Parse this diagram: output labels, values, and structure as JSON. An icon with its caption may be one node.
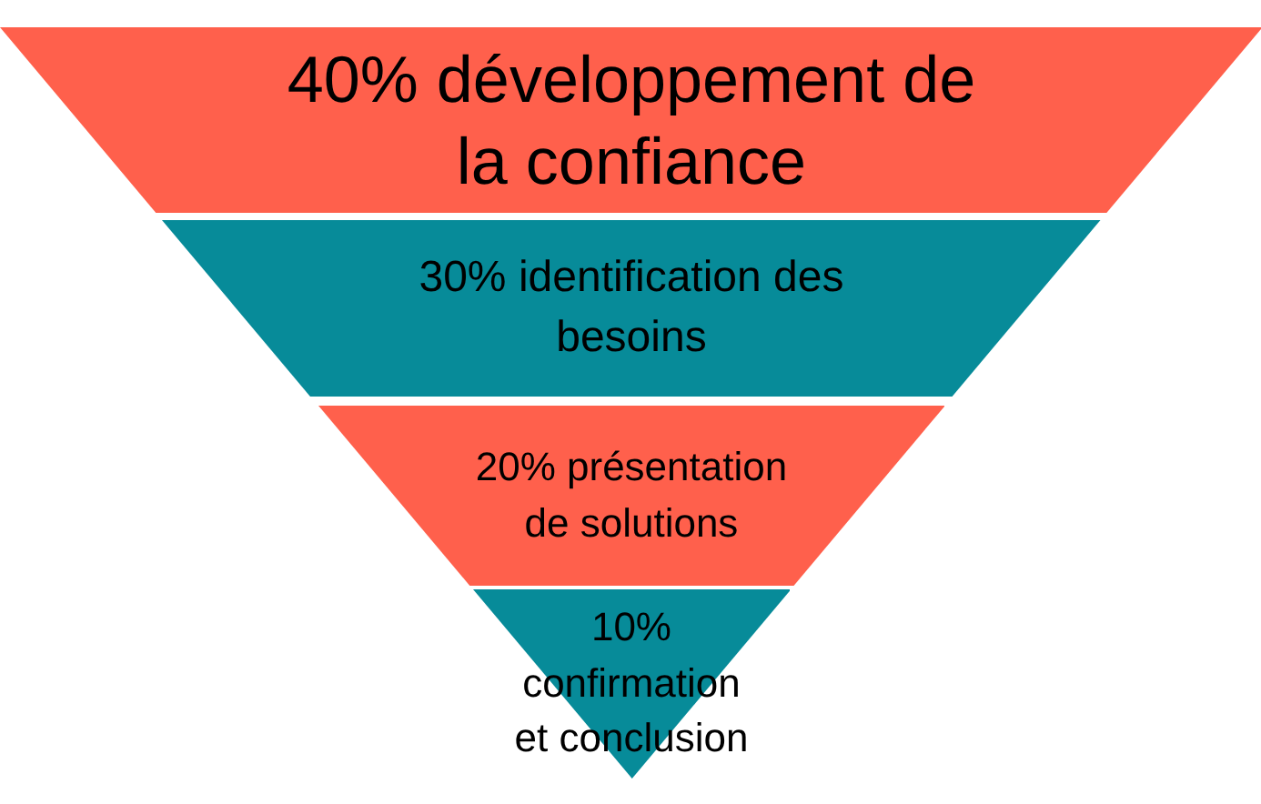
{
  "diagram": {
    "nodes": [
      {
        "text": [
          "40% développement de la confiance"
        ]
      },
      {
        "text": [
          "30% identification des besoins"
        ]
      },
      {
        "text": [
          "20% présentation de solutions"
        ]
      },
      {
        "text": [
          "10% confirmation et conclusion"
        ]
      }
    ]
  }
}
